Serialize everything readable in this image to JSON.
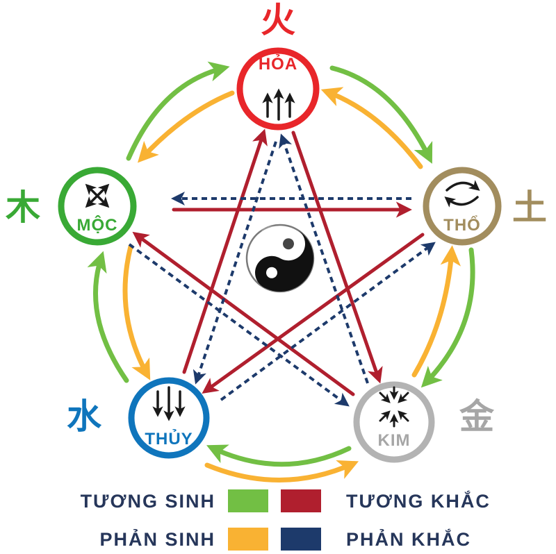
{
  "colors": {
    "fire": "#e8262a",
    "wood": "#39a935",
    "earth": "#a28d5e",
    "water": "#0f75bc",
    "metal": "#b3b3b3",
    "tuong_sinh": "#72bf44",
    "phan_sinh": "#f9b233",
    "tuong_khac": "#b01f2e",
    "phan_khac": "#1d3a6b",
    "glyph": "#1a1a1a",
    "legend_text": "#26365a"
  },
  "nodes": {
    "fire": {
      "label": "HỎA",
      "hanzi": "火"
    },
    "wood": {
      "label": "MỘC",
      "hanzi": "木"
    },
    "earth": {
      "label": "THỔ",
      "hanzi": "土"
    },
    "water": {
      "label": "THỦY",
      "hanzi": "水"
    },
    "metal": {
      "label": "KIM",
      "hanzi": "金"
    }
  },
  "legend": {
    "tuong_sinh": "TƯƠNG SINH",
    "tuong_khac": "TƯƠNG KHẮC",
    "phan_sinh": "PHẢN SINH",
    "phan_khac": "PHẢN KHẮC"
  },
  "cycles": {
    "tuong_sinh": [
      "MỘC→HỎA",
      "HỎA→THỔ",
      "THỔ→KIM",
      "KIM→THỦY",
      "THỦY→MỘC"
    ],
    "phan_sinh": [
      "HỎA→MỘC",
      "THỔ→HỎA",
      "KIM→THỔ",
      "THỦY→KIM",
      "MỘC→THỦY"
    ],
    "tuong_khac": [
      "MỘC→THỔ",
      "THỔ→THỦY",
      "THỦY→HỎA",
      "HỎA→KIM",
      "KIM→MỘC"
    ],
    "phan_khac": [
      "THỔ→MỘC",
      "THỦY→THỔ",
      "HỎA→THỦY",
      "KIM→HỎA",
      "MỘC→KIM"
    ]
  }
}
